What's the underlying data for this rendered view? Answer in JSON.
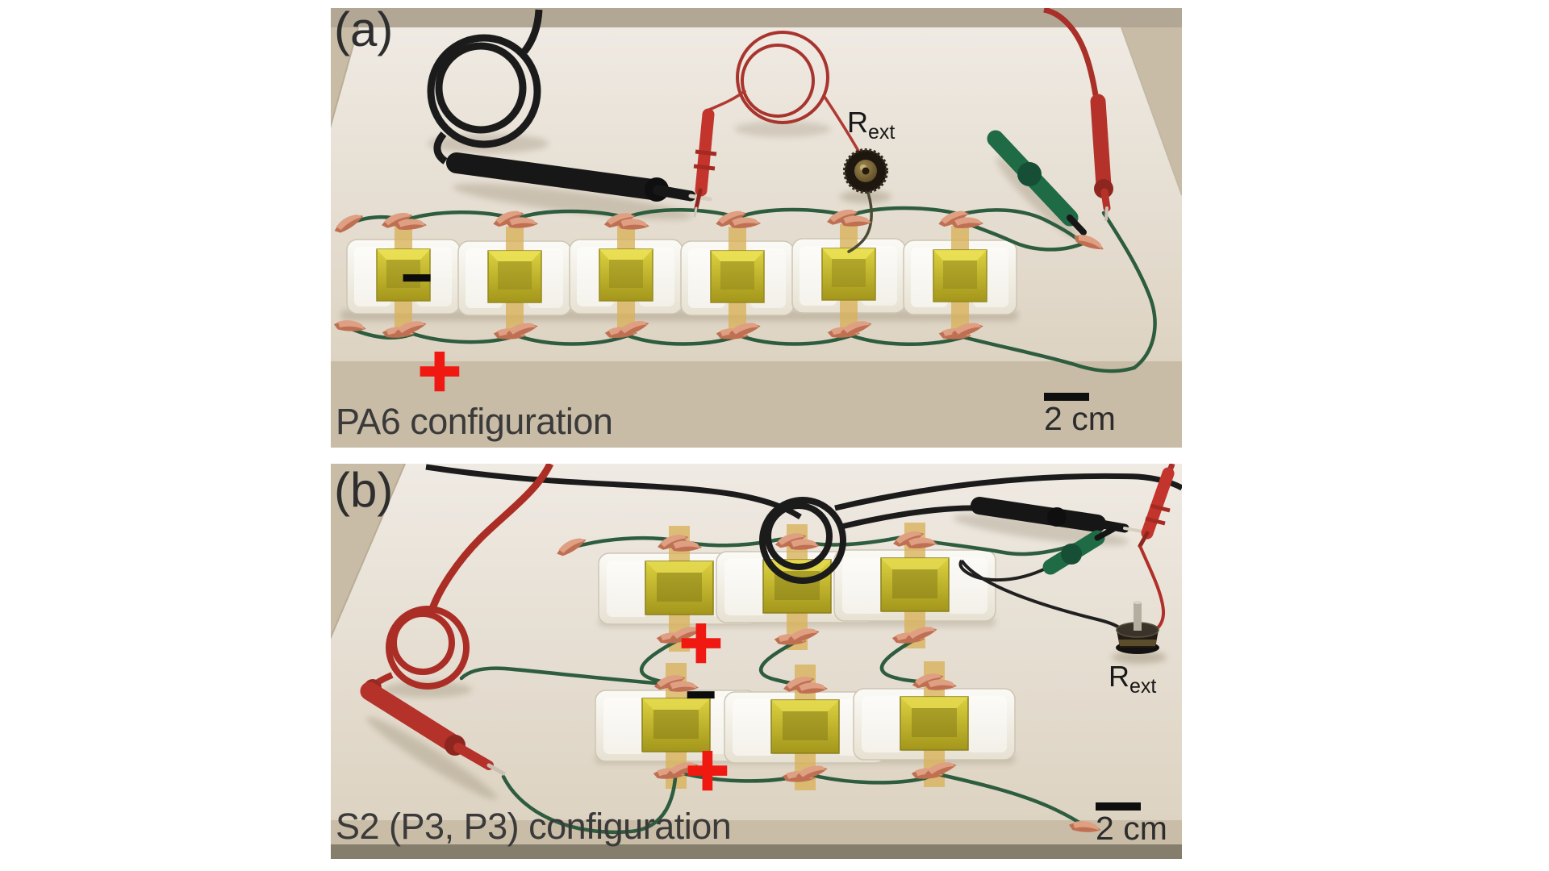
{
  "figure": {
    "panels": [
      {
        "label": "(a)",
        "caption": "PA6 configuration",
        "scale_bar": "2 cm",
        "resistor_symbol": "R",
        "resistor_subscript": "ext",
        "plus": "+",
        "minus": "−",
        "device_count": 6
      },
      {
        "label": "(b)",
        "caption": "S2 (P3, P3) configuration",
        "scale_bar": "2 cm",
        "resistor_symbol": "R",
        "resistor_subscript": "ext",
        "plus": "+",
        "minus": "−",
        "device_count": 6
      }
    ],
    "colors": {
      "photo_background": "#c9bca6",
      "whiteboard": "#e9e3d8",
      "device_block": "#f4f1e8",
      "device_square": "#c2b52c",
      "kapton_tape": "#d8b158",
      "wire_green": "#2d5c3e",
      "cable_red": "#ab2e26",
      "cable_black": "#1b1b1b",
      "copper_clip": "#bf6f52",
      "annotation_plus": "#ef1912",
      "annotation_minus": "#0c0c0c",
      "caption_text": "#3a3a3a",
      "table_edge": "#867e6d"
    }
  }
}
